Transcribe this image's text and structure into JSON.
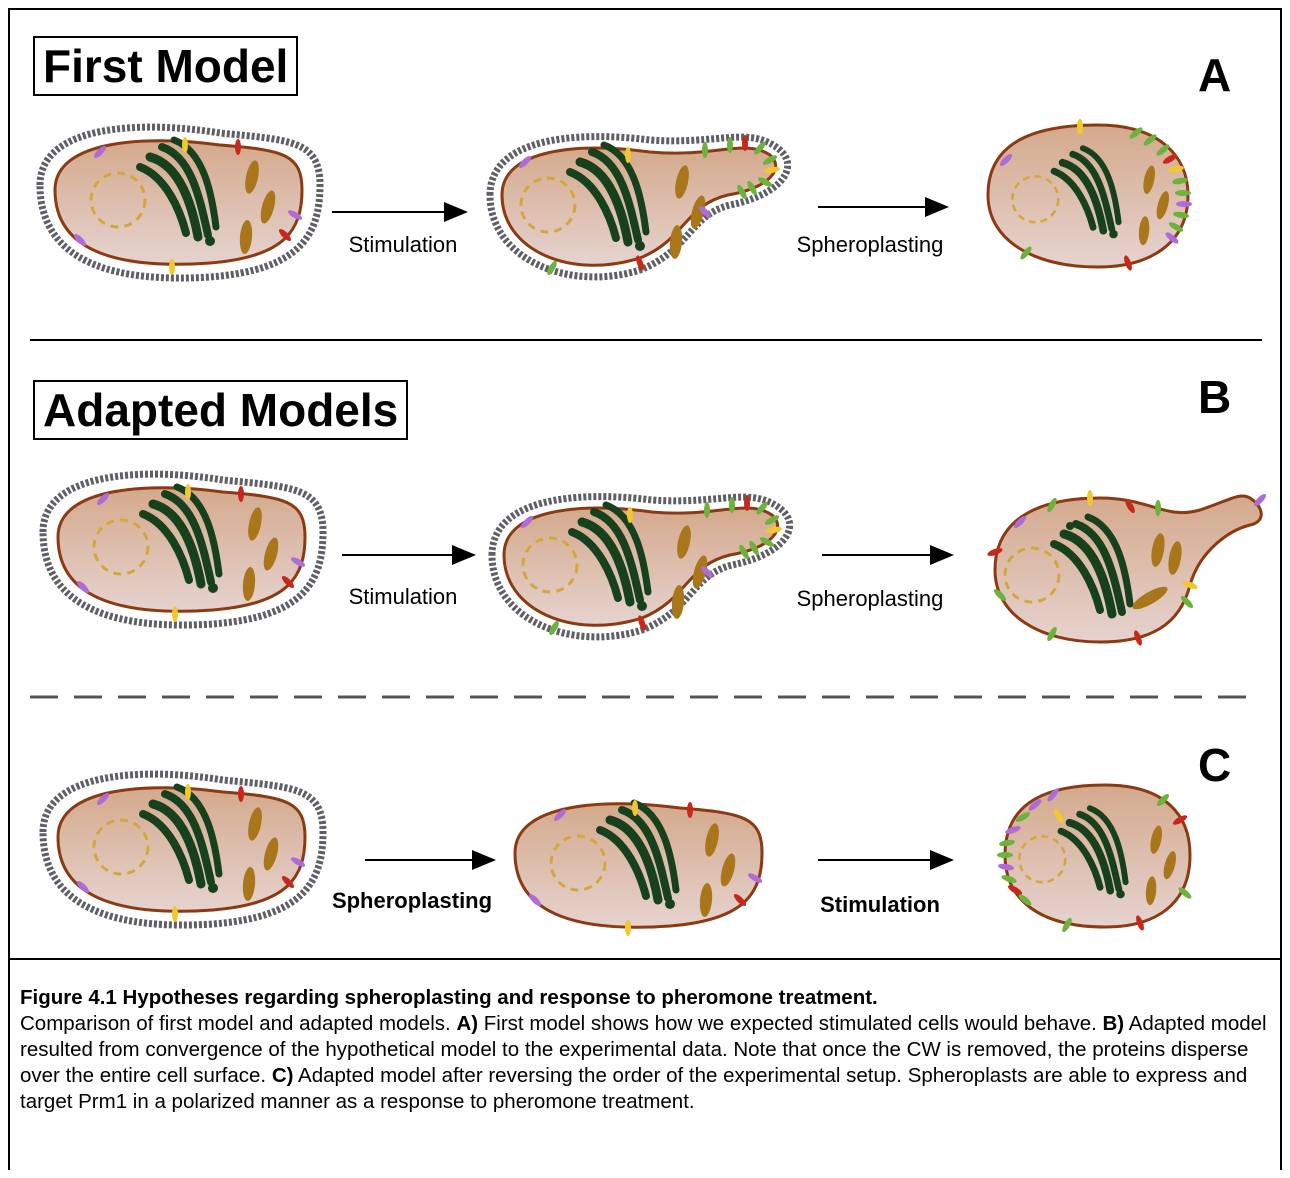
{
  "panels": {
    "a": {
      "title": "First Model",
      "letter": "A",
      "arrow1_label": "Stimulation",
      "arrow2_label": "Spheroplasting"
    },
    "b": {
      "title": "Adapted Models",
      "letter": "B",
      "arrow1_label": "Stimulation",
      "arrow2_label": "Spheroplasting"
    },
    "c": {
      "letter": "C",
      "arrow1_label": "Spheroplasting",
      "arrow2_label": "Stimulation"
    }
  },
  "caption": {
    "heading": "Figure 4.1 Hypotheses regarding spheroplasting and response to pheromone treatment.",
    "text1": "Comparison of first model and adapted models. ",
    "a_label": "A)",
    "a_text": " First model shows how we expected stimulated cells would behave. ",
    "b_label": "B)",
    "b_text": " Adapted model resulted from convergence of the hypothetical model to the experimental data. Note that once the CW is removed, the proteins disperse over the entire cell surface. ",
    "c_label": "C)",
    "c_text": " Adapted model after reversing the order of the experimental setup. Spheroplasts are able to express and target Prm1 in a polarized manner as a response to pheromone treatment."
  },
  "colors": {
    "cytoplasm": "#d9b39a",
    "membrane": "#8b3a12",
    "cell_wall": "#5f6066",
    "golgi": "#17401c",
    "vacuole": "#d4a73c",
    "organelle": "#a9761c",
    "protein_red": "#c8271b",
    "protein_yellow": "#f2c82a",
    "protein_purple": "#b06cd6",
    "protein_green": "#6cb33d"
  }
}
